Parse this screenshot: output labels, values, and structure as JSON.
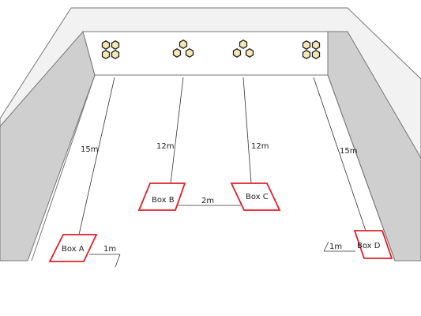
{
  "boxes": [
    {
      "id": "A",
      "label": "Box A"
    },
    {
      "id": "B",
      "label": "Box B"
    },
    {
      "id": "C",
      "label": "Box C"
    },
    {
      "id": "D",
      "label": "Box D"
    }
  ],
  "distances": {
    "left_string": "15m",
    "center_left_string": "12m",
    "center_right_string": "12m",
    "right_string": "15m",
    "b_to_c": "2m",
    "a_offset": "1m",
    "d_offset": "1m"
  },
  "colors": {
    "box_outline": "#e0202a",
    "hexagon_fill": "#f6e7b4",
    "wall_light": "#f2f2f2",
    "wall_dark": "#cfcfcf"
  },
  "hexagon_groups": [
    {
      "pattern": "grid-2x2"
    },
    {
      "pattern": "triangle-3"
    },
    {
      "pattern": "triangle-3"
    },
    {
      "pattern": "grid-2x2"
    }
  ]
}
